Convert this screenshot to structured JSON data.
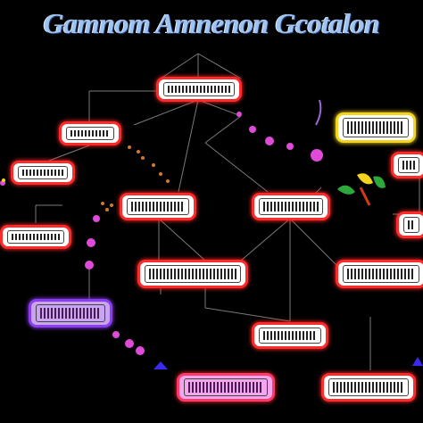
{
  "title": "Gamnom Amnenon Gcotalon",
  "nodes": [
    {
      "id": "n1",
      "label": ""
    },
    {
      "id": "n2",
      "label": ""
    },
    {
      "id": "n3",
      "label": ""
    },
    {
      "id": "n4",
      "label": ""
    },
    {
      "id": "n5",
      "label": ""
    },
    {
      "id": "n6",
      "label": ""
    },
    {
      "id": "n7",
      "label": ""
    },
    {
      "id": "n8",
      "label": ""
    },
    {
      "id": "n9",
      "label": ""
    },
    {
      "id": "n10",
      "label": ""
    },
    {
      "id": "n11",
      "label": ""
    },
    {
      "id": "n12",
      "label": ""
    },
    {
      "id": "n13",
      "label": ""
    },
    {
      "id": "n14",
      "label": ""
    },
    {
      "id": "n15",
      "label": ""
    },
    {
      "id": "n16",
      "label": ""
    },
    {
      "id": "n17",
      "label": ""
    }
  ],
  "colors": {
    "background": "#000000",
    "node_border": "#ff2b2b",
    "node_fill": "#ffffff",
    "pink_fill": "#f3a6ee",
    "lavender_fill": "#c9a4f0",
    "yellow_border": "#f4d41f",
    "link": "#7a7a7a",
    "dot": "#e04ad8",
    "title": "#9fc3ee"
  }
}
